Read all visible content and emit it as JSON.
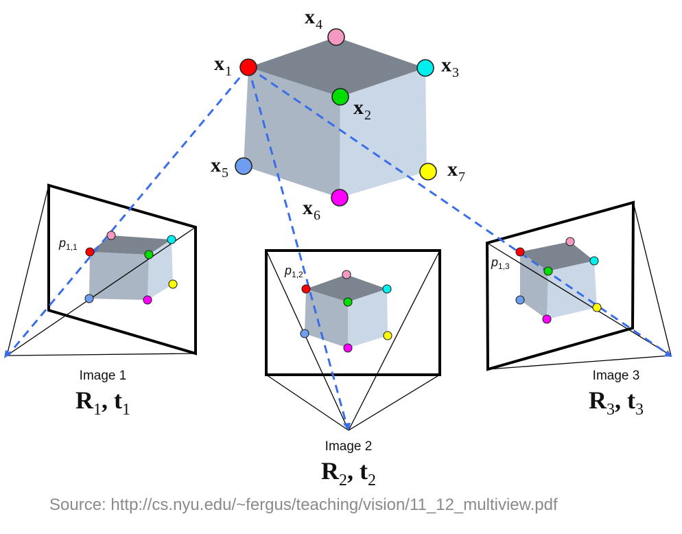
{
  "figure": {
    "colors": {
      "ray": "#3a6ee8",
      "frame": "#000000",
      "cube_top": "#7c858f",
      "cube_left": "#aab6c4",
      "cube_right": "#c9d7e6",
      "point_1": "#ff0000",
      "point_2": "#00dd00",
      "point_3": "#00f0f0",
      "point_4": "#f49ac2",
      "point_5": "#6f9ef0",
      "point_6": "#ff00ff",
      "point_7": "#ffff00",
      "source_text": "#8a8a8a"
    },
    "world_points": [
      {
        "id": "x1",
        "base": "x",
        "sub": "1"
      },
      {
        "id": "x2",
        "base": "x",
        "sub": "2"
      },
      {
        "id": "x3",
        "base": "x",
        "sub": "3"
      },
      {
        "id": "x4",
        "base": "x",
        "sub": "4"
      },
      {
        "id": "x5",
        "base": "x",
        "sub": "5"
      },
      {
        "id": "x6",
        "base": "x",
        "sub": "6"
      },
      {
        "id": "x7",
        "base": "x",
        "sub": "7"
      }
    ],
    "images": [
      {
        "title": "Image 1",
        "pose_R": "R",
        "pose_t": "t",
        "sub": "1",
        "projection_label": {
          "base": "p",
          "sub": "1,1"
        }
      },
      {
        "title": "Image 2",
        "pose_R": "R",
        "pose_t": "t",
        "sub": "2",
        "projection_label": {
          "base": "p",
          "sub": "1,2"
        }
      },
      {
        "title": "Image 3",
        "pose_R": "R",
        "pose_t": "t",
        "sub": "3",
        "projection_label": {
          "base": "p",
          "sub": "1,3"
        }
      }
    ],
    "source": "Source: http://cs.nyu.edu/~fergus/teaching/vision/11_12_multiview.pdf"
  }
}
